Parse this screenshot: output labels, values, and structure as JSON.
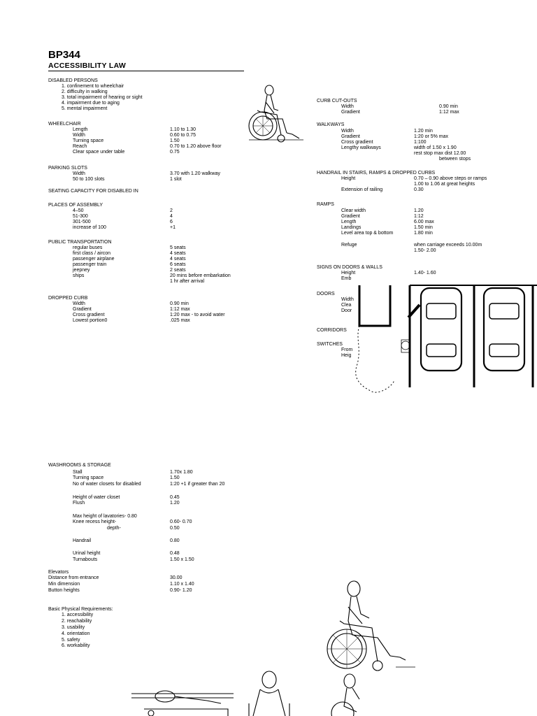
{
  "header": {
    "code": "BP344",
    "title": "ACCESSIBILITY LAW"
  },
  "disabled_persons": {
    "heading": "DISABLED PERSONS",
    "items": [
      "1.    confinement to wheelchair",
      "2.    difficulty in walking",
      "3.    total impairment of hearing or sight",
      "4.    impairment due to aging",
      "5.    mental impairment"
    ]
  },
  "wheelchair": {
    "heading": "WHEELCHAIR",
    "rows": [
      {
        "label": "Length",
        "value": "1.10 to 1.30"
      },
      {
        "label": "Width",
        "value": "0.60 to 0.75"
      },
      {
        "label": "Turning space",
        "value": "1.50"
      },
      {
        "label": "Reach",
        "value": "0.70 to 1.20 above floor"
      },
      {
        "label": "Clear space under table",
        "value": "0.75"
      }
    ]
  },
  "parking": {
    "heading": "PARKING SLOTS",
    "rows": [
      {
        "label": "Width",
        "value": "3.70 with 1.20 walkway"
      },
      {
        "label": "50 to 100 slots",
        "value": "1 slot"
      }
    ]
  },
  "seating": {
    "heading": "SEATING CAPACITY FOR DISABLED IN",
    "subheading": "PLACES OF ASSEMBLY",
    "rows": [
      {
        "label": "4–50",
        "value": "2"
      },
      {
        "label": "51-300",
        "value": "4"
      },
      {
        "label": "301-500",
        "value": "6"
      },
      {
        "label": "increase of 100",
        "value": "+1"
      }
    ]
  },
  "transport": {
    "heading": "PUBLIC TRANSPORTATION",
    "rows": [
      {
        "label": "regular buses",
        "value": "5 seats"
      },
      {
        "label": "first class / aircon",
        "value": "4 seats"
      },
      {
        "label": "passenger airplane",
        "value": "4 seats"
      },
      {
        "label": "passenger train",
        "value": "6 seats"
      },
      {
        "label": "jeepney",
        "value": "2 seats"
      },
      {
        "label": "ships",
        "value": "20 mins before embarkation"
      },
      {
        "label": "",
        "value": "1 hr after arrival"
      }
    ]
  },
  "dropped_curb": {
    "heading": "DROPPED CURB",
    "rows": [
      {
        "label": "Width",
        "value": "0.90 min"
      },
      {
        "label": "Gradient",
        "value": "1:12 max"
      },
      {
        "label": "Cross gradient",
        "value": "1:20 max - to avoid water"
      },
      {
        "label": "Lowest portion0",
        "value": ".025 max"
      }
    ]
  },
  "curb_cutouts": {
    "heading": "CURB CUT-OUTS",
    "rows": [
      {
        "label": "Width",
        "value": "0.90 min"
      },
      {
        "label": "Gradient",
        "value": "1:12 max"
      }
    ]
  },
  "walkways": {
    "heading": "WALKWAYS",
    "rows": [
      {
        "label": "Width",
        "value": "1.20 min"
      },
      {
        "label": "Gradient",
        "value": "1:20 or 5% max"
      },
      {
        "label": "Cross gradient",
        "value": "1:100"
      },
      {
        "label": "Lengthy walkways",
        "value": "width of 1.50 x 1.90"
      },
      {
        "label": "",
        "value": "rest stop max dist 12.00"
      },
      {
        "label": "",
        "value": "between stops"
      }
    ]
  },
  "handrail": {
    "heading": "HANDRAIL IN STAIRS, RAMPS & DROPPED CURBS",
    "rows": [
      {
        "label": "Height",
        "value": "0.70 – 0.90 above steps or ramps"
      },
      {
        "label": "",
        "value": "1.00 to 1.06 at great heights"
      },
      {
        "label": "Extension of railing",
        "value": "0.30"
      }
    ]
  },
  "ramps": {
    "heading": "RAMPS",
    "rows": [
      {
        "label": "Clear width",
        "value": "1.20"
      },
      {
        "label": "Gradient",
        "value": "1:12"
      },
      {
        "label": "Length",
        "value": "6.00 max"
      },
      {
        "label": "Landings",
        "value": "1.50 min"
      },
      {
        "label": "Level area top & bottom",
        "value": "1.80 min"
      }
    ],
    "refuge_label": "Refuge",
    "refuge_values": [
      "when carriage exceeds 10.00m",
      "1.50- 2.00"
    ]
  },
  "signs": {
    "heading": "SIGNS ON DOORS & WALLS",
    "rows": [
      {
        "label": "Height",
        "value": "1.40- 1.60"
      },
      {
        "label": "Emb",
        "value": ""
      }
    ]
  },
  "doors": {
    "heading": "DOORS",
    "rows": [
      "Width",
      "Clea",
      "Door"
    ]
  },
  "corridors": {
    "heading": "CORRIDORS"
  },
  "switches": {
    "heading": "SWITCHES",
    "rows": [
      "From",
      "Heig"
    ]
  },
  "washrooms": {
    "heading": "WASHROOMS & STORAGE",
    "rows": [
      {
        "label": "Stall",
        "value": "1.70x 1.80"
      },
      {
        "label": "Turning space",
        "value": "1.50"
      },
      {
        "label": "No of water closets for disabled",
        "value": "1:20 +1 if greater than 20"
      }
    ],
    "rows2": [
      {
        "label": "Height of water closet",
        "value": "0.45"
      },
      {
        "label": "Flush",
        "value": "1.20"
      }
    ],
    "lavatories": "Max height of lavatories- 0.80",
    "knee_label": "Knee recess height-",
    "knee_value": "0.60- 0.70",
    "depth_label": "depth-",
    "depth_value": "0.50",
    "handrail_label": "Handrail",
    "handrail_value": "0.80",
    "rows3": [
      {
        "label": "Urinal height",
        "value": "0.48"
      },
      {
        "label": "Turnabouts",
        "value": "1.50 x 1.50"
      }
    ]
  },
  "elevators": {
    "heading": "Elevators",
    "rows": [
      {
        "label": "Distance from entrance",
        "value": "30.00"
      },
      {
        "label": "Min dimension",
        "value": "1.10 x 1.40"
      },
      {
        "label": "Button heights",
        "value": "0.90- 1.20"
      }
    ]
  },
  "requirements": {
    "heading": "Basic Physical Requirements:",
    "items": [
      "1.    accessibility",
      "2.    reachability",
      "3.    usability",
      "4.    orientation",
      "5.    safety",
      "6.    workability"
    ]
  }
}
